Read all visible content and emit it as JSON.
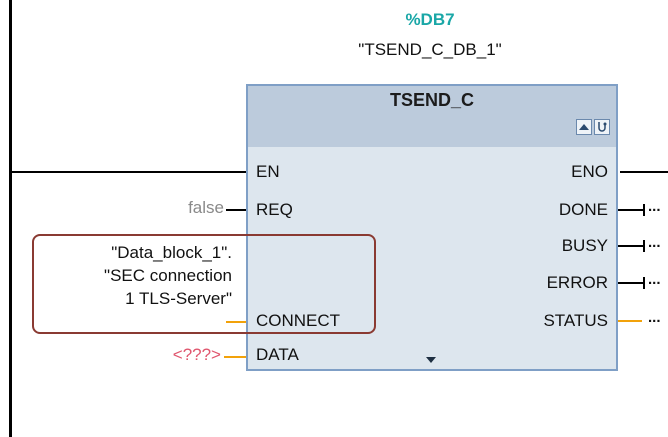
{
  "block": {
    "instance_db": "%DB7",
    "instance_name": "\"TSEND_C_DB_1\"",
    "title": "TSEND_C",
    "header_icons": [
      "online-icon",
      "diagnostics-icon"
    ]
  },
  "inputs": {
    "en": "EN",
    "req": "REQ",
    "connect": "CONNECT",
    "data": "DATA"
  },
  "outputs": {
    "eno": "ENO",
    "done": "DONE",
    "busy": "BUSY",
    "error": "ERROR",
    "status": "STATUS"
  },
  "params": {
    "req_value": "false",
    "connect_value_line1": "\"Data_block_1\".",
    "connect_value_line2": "\"SEC connection",
    "connect_value_line3": "1 TLS-Server\"",
    "data_value": "<???>"
  },
  "output_placeholders": {
    "done": "...",
    "busy": "...",
    "error": "...",
    "status": "..."
  },
  "colors": {
    "instance_db": "#1aa7a7",
    "block_body": "#dde6ee",
    "block_header": "#bccbdc",
    "block_border": "#7f9fc6",
    "orange_wire": "#f2a20a",
    "highlight": "#8a3a32",
    "undefined_param": "#e0566e",
    "false_param": "#8a8a8a"
  }
}
